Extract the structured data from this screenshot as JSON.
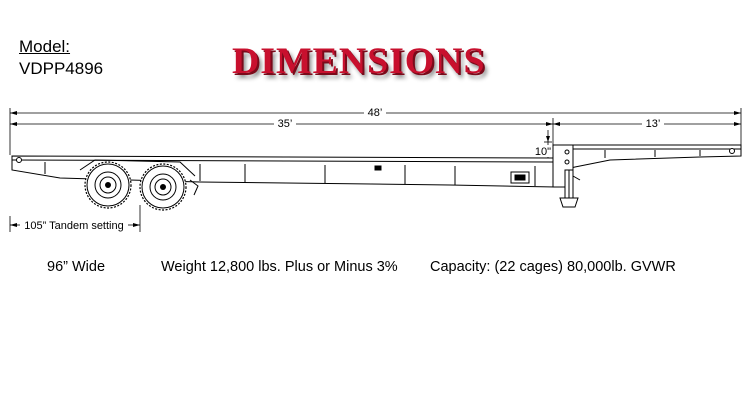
{
  "header": {
    "model_label": "Model:",
    "model_number": "VDPP4896",
    "title": "DIMENSIONS"
  },
  "dimensions": {
    "overall_length": "48’",
    "lower_deck_length": "35’",
    "upper_deck_length": "13’",
    "step_height": "10\"",
    "tandem_setting": "105” Tandem setting"
  },
  "specs": {
    "width": "96” Wide",
    "weight": "Weight 12,800 lbs. Plus or Minus 3%",
    "capacity": "Capacity:  (22 cages) 80,000lb. GVWR"
  },
  "colors": {
    "title": "#c8102e",
    "title_shadow": "#7a0a1a",
    "line": "#000000"
  }
}
